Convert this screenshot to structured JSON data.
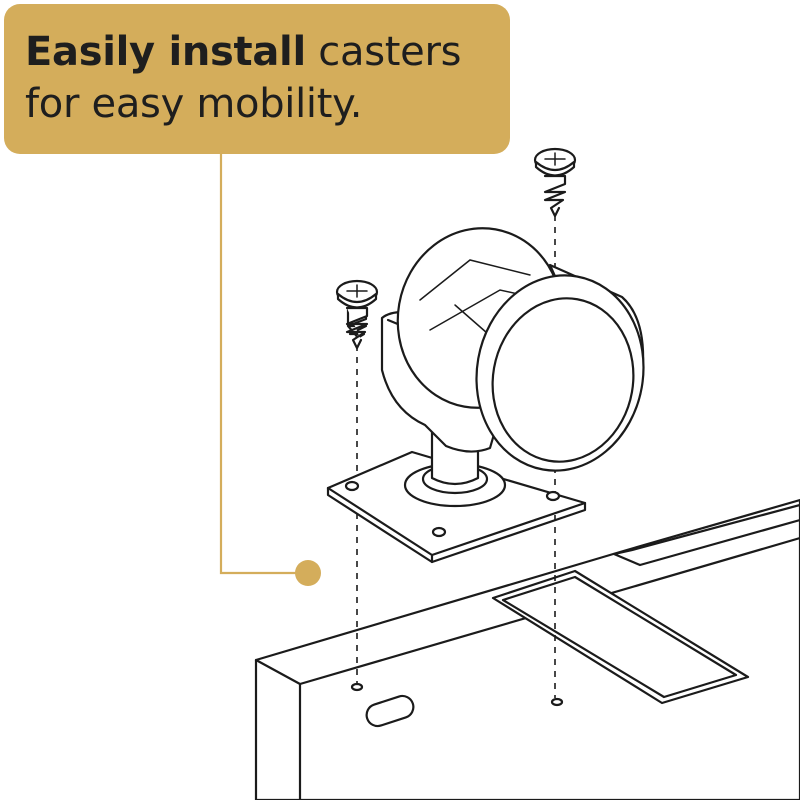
{
  "callout": {
    "bold_text": "Easily install",
    "light_text_1": " casters",
    "light_text_2": "for easy mobility."
  },
  "colors": {
    "accent": "#d4ad5b",
    "line": "#1b1b1b",
    "background": "#ffffff"
  }
}
